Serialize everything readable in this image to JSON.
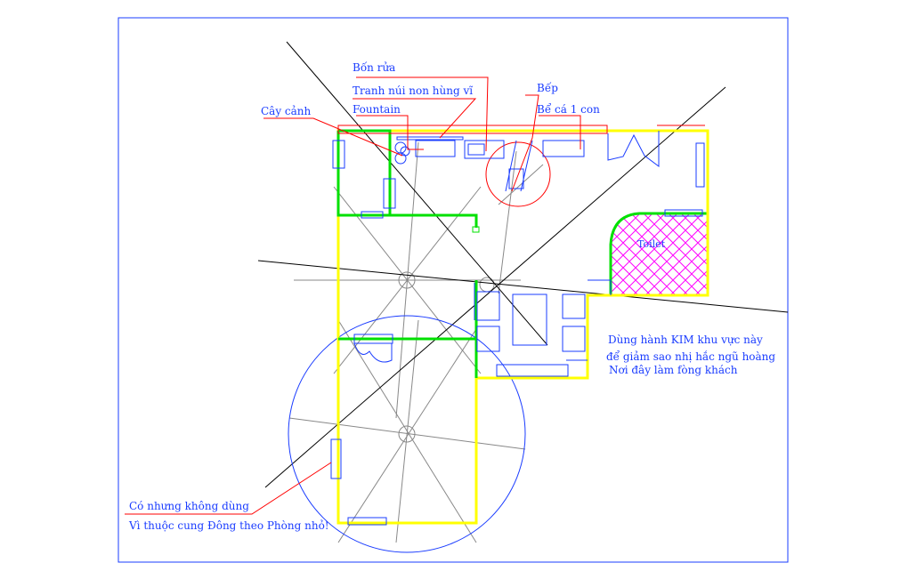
{
  "labels": {
    "bon_rua": "Bốn rửa",
    "tranh": "Tranh núi non hùng vĩ",
    "bep": "Bếp",
    "cay_canh": "Cây cảnh",
    "fountain": "Fountain",
    "be_ca": "Bể cá 1 con",
    "toilet": "Toilet",
    "note1": "Dùng hành KIM khu vực này",
    "note2": "để giảm sao nhị hắc ngũ hoàng",
    "note3": "Nơi đây làm fòng khách",
    "note4": "Có nhưng không dùng",
    "note5": "Vì thuộc cung Đông theo Phòng nhỏ!"
  },
  "colors": {
    "wall": "#ffff00",
    "partition": "#00e000",
    "furniture": "#1a3cff",
    "leader": "#ff0000",
    "axis": "#000000",
    "toilet": "#ff00ff"
  }
}
